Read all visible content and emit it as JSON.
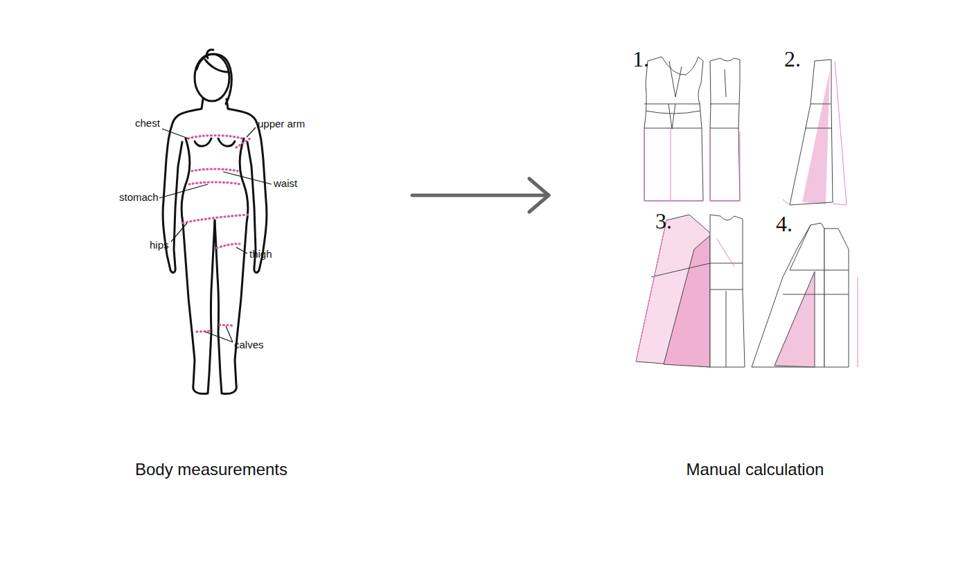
{
  "diagram": {
    "nodes": [
      {
        "text": [
          "Body measurements"
        ]
      },
      {
        "text": [
          "Manual calculation"
        ]
      }
    ],
    "edges": [
      {
        "from": 0,
        "to": 1,
        "arrow": "to"
      }
    ],
    "labels": [
      "chest",
      "upper arm",
      "waist",
      "stomach",
      "hips",
      "thigh",
      "calves",
      "1.",
      "2.",
      "3.",
      "4."
    ]
  }
}
